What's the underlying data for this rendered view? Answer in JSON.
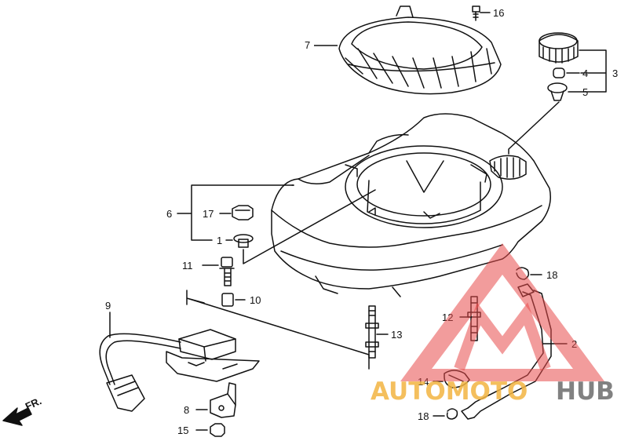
{
  "labels": {
    "p1": "1",
    "p2": "2",
    "p3": "3",
    "p4": "4",
    "p5": "5",
    "p6": "6",
    "p7": "7",
    "p8": "8",
    "p9": "9",
    "p10": "10",
    "p11": "11",
    "p12": "12",
    "p13": "13",
    "p14": "14",
    "p15": "15",
    "p16": "16",
    "p17": "17",
    "p18a": "18",
    "p18b": "18"
  },
  "direction": {
    "label": "FR."
  },
  "watermark": {
    "part1": "AUTOMOTO",
    "part2": "HUB",
    "color_logo": "#e84a4a",
    "color_text1": "#f2b441",
    "color_text2": "#6b6b6b"
  }
}
